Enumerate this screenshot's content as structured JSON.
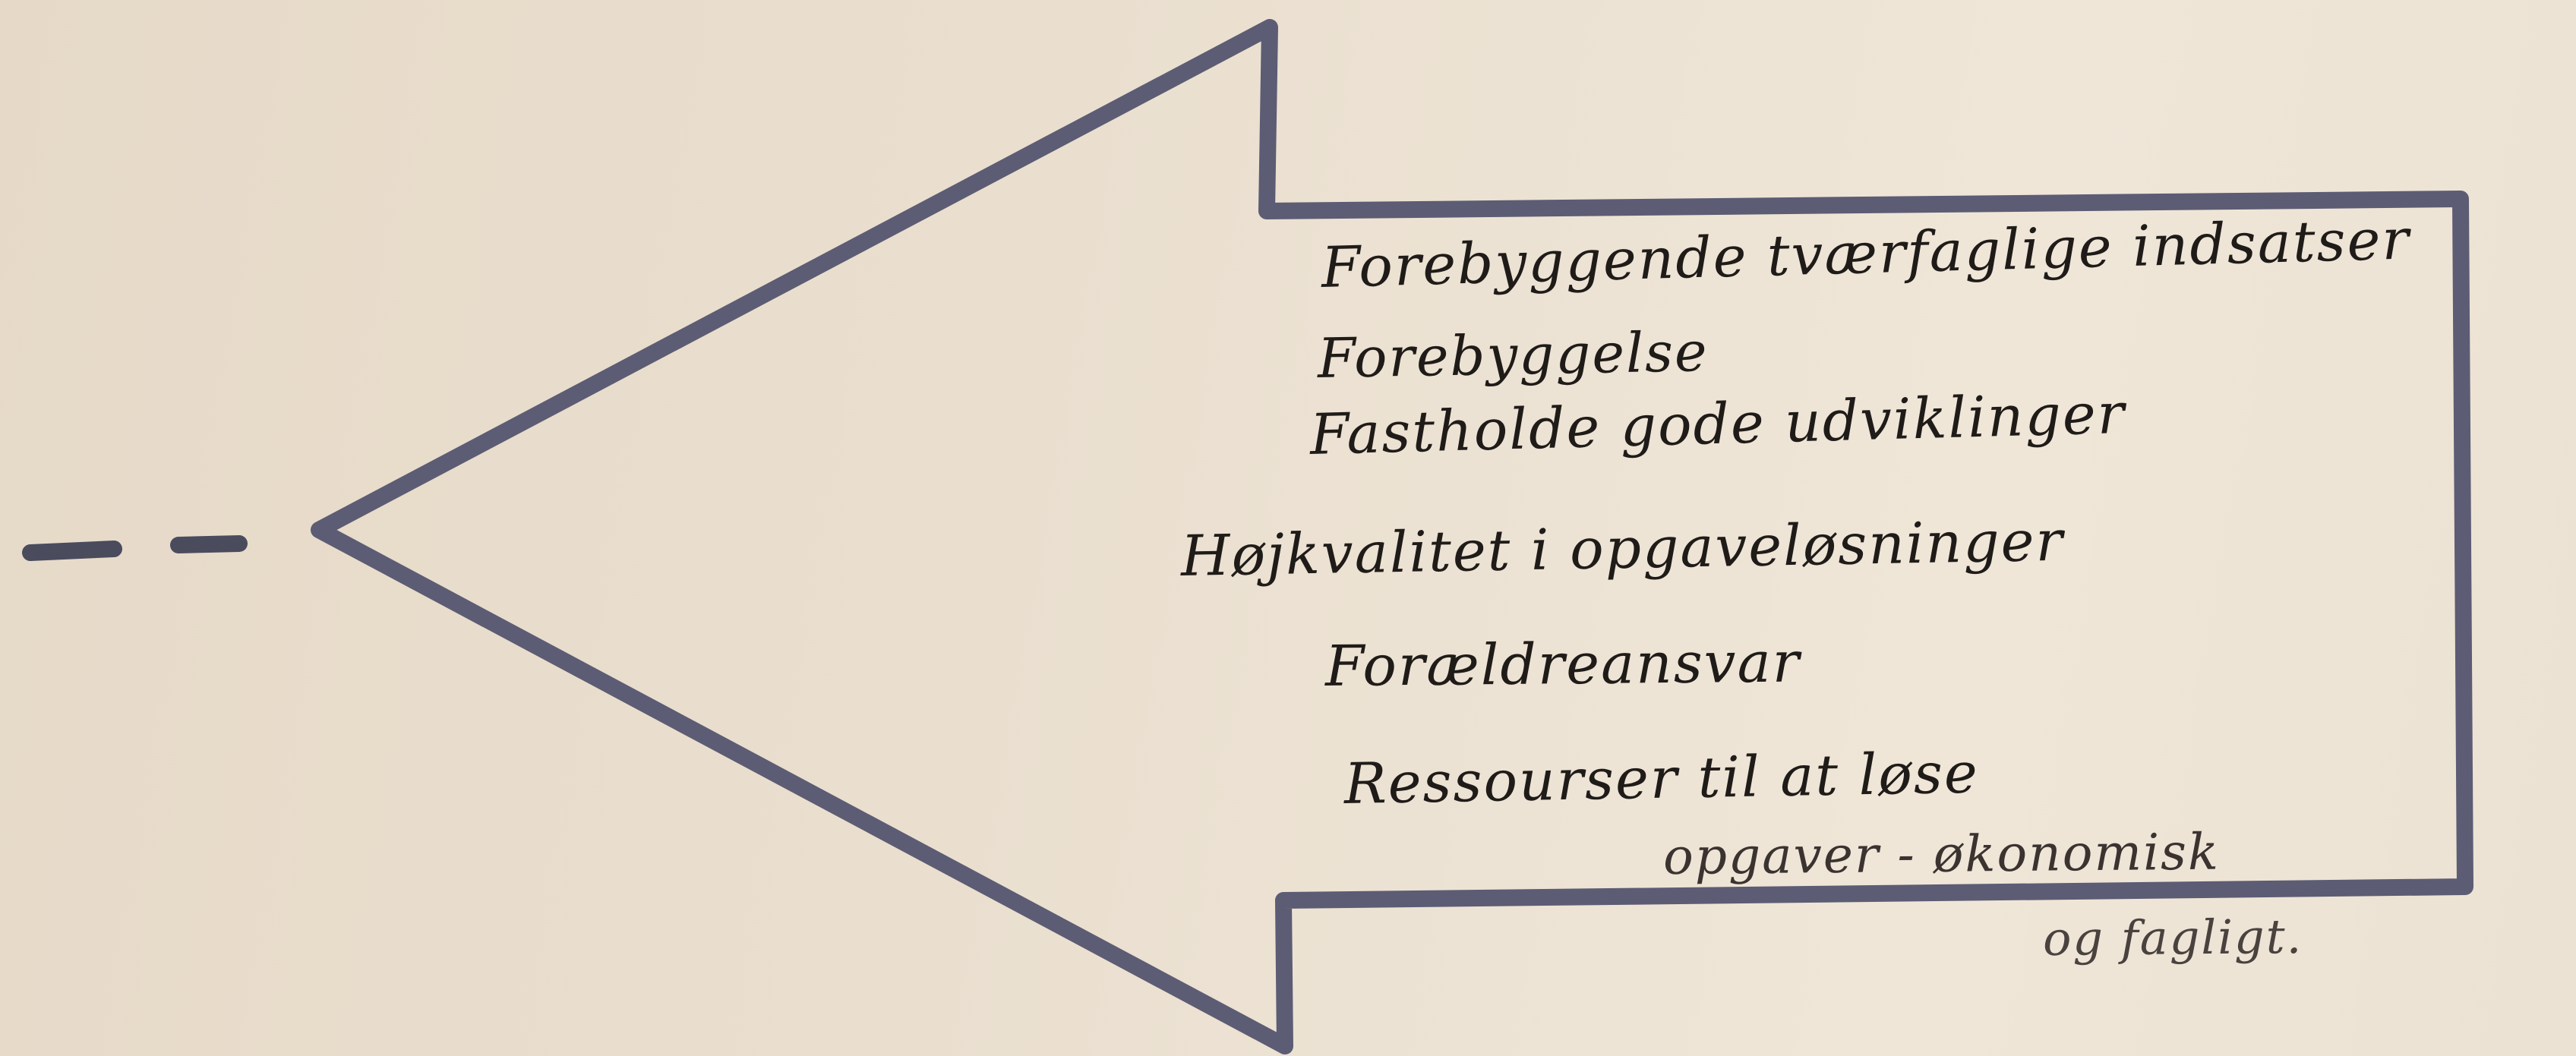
{
  "note": {
    "lines": [
      "Forebyggende tværfaglige indsatser",
      "Forebyggelse",
      "Fastholde gode udviklinger",
      "Højkvalitet i opgaveløsninger",
      "Forældreansvar",
      "Ressourser til at løse",
      "opgaver - økonomisk",
      "og fagligt."
    ]
  },
  "colors": {
    "paper": "#ebe0d0",
    "outline": "#5c5c74",
    "ink": "#1f1b18"
  },
  "icons": {
    "arrow": "left-arrow-outline-icon",
    "dashes": "dashed-line-icon"
  }
}
